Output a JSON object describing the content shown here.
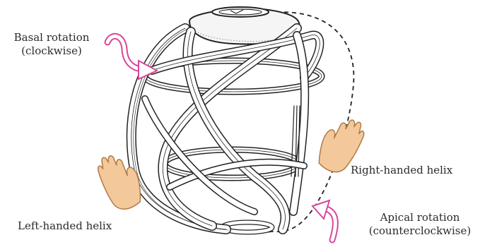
{
  "labels": {
    "basal_rotation": {
      "line1": "Basal rotation",
      "line2": "(clockwise)"
    },
    "left_helix": "Left-handed helix",
    "right_helix": "Right-handed helix",
    "apical_rotation": {
      "line1": "Apical rotation",
      "line2": "(counterclockwise)"
    }
  },
  "colors": {
    "rotation_arrow": "#d9479a",
    "hand_fill": "#f3c89a",
    "hand_stroke": "#b07a4a",
    "band_stroke": "#222222",
    "band_fill": "#ffffff"
  },
  "icons": [
    "left-hand-icon",
    "right-hand-icon",
    "clockwise-arrow-icon",
    "counterclockwise-arrow-icon"
  ]
}
